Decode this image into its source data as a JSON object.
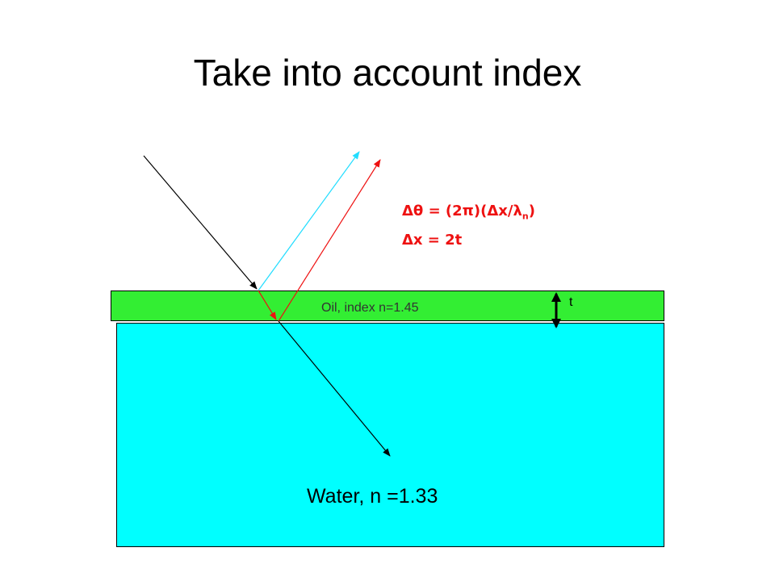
{
  "title": "Take into account index",
  "layers": {
    "oil": {
      "label": "Oil, index n=1.45",
      "color": "#33ee33"
    },
    "water": {
      "label": "Water, n =1.33",
      "color": "#00ffff"
    }
  },
  "thickness_label": "t",
  "equations": {
    "line1": {
      "prefix": "Δθ = (2π)(Δ",
      "x": "x",
      "slash_lambda": "/λ",
      "sub": "n",
      "close": ")"
    },
    "line2": "Δx = 2t"
  },
  "ray_colors": {
    "incident": "#000000",
    "reflected_top": "#22ddff",
    "reflected_bottom": "#ee1111",
    "thickness_marker": "#000000"
  }
}
